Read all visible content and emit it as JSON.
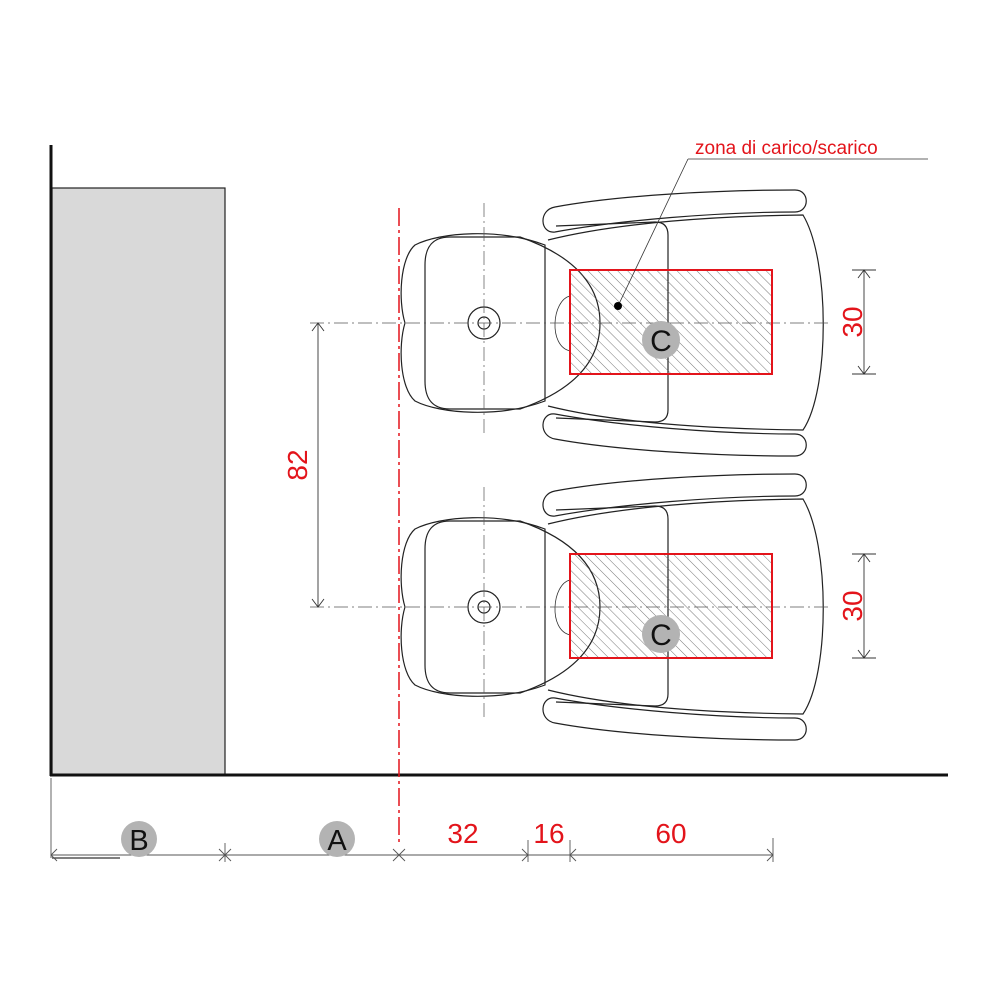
{
  "annotation": {
    "label": "zona di carico/scarico"
  },
  "dimensions": {
    "spacing": "82",
    "zone_depth_1": "30",
    "zone_depth_2": "30",
    "bottom": [
      "32",
      "16",
      "60"
    ]
  },
  "markers": {
    "b": "B",
    "a": "A",
    "c1": "C",
    "c2": "C"
  },
  "colors": {
    "accent": "#e3141b",
    "wall": "#d9d9d9",
    "marker": "#b3b3b3"
  }
}
